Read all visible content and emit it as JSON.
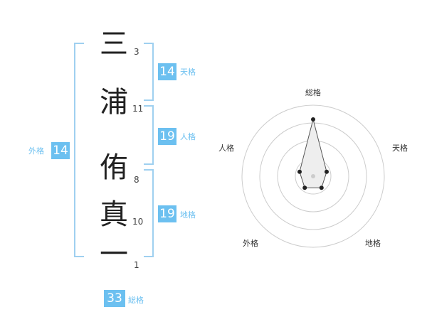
{
  "name_chars": [
    {
      "char": "三",
      "strokes": "3"
    },
    {
      "char": "浦",
      "strokes": "11"
    },
    {
      "char": "侑",
      "strokes": "8"
    },
    {
      "char": "真",
      "strokes": "10"
    },
    {
      "char": "一",
      "strokes": "1"
    }
  ],
  "kakusu": {
    "tenkaku": {
      "value": "14",
      "label": "天格"
    },
    "jinkaku": {
      "value": "19",
      "label": "人格"
    },
    "chikaku": {
      "value": "19",
      "label": "地格"
    },
    "gaikaku": {
      "value": "14",
      "label": "外格"
    },
    "soukaku": {
      "value": "33",
      "label": "総格"
    }
  },
  "chart_data": {
    "type": "radar",
    "axes": [
      "総格",
      "天格",
      "地格",
      "外格",
      "人格"
    ],
    "values": [
      4,
      1,
      1,
      1,
      1
    ],
    "max": 5,
    "rings": 4
  },
  "colors": {
    "accent": "#6cc0f0",
    "bracket": "#9fd0f0",
    "grid": "#cccccc",
    "polygon_fill": "#eeeeee"
  }
}
